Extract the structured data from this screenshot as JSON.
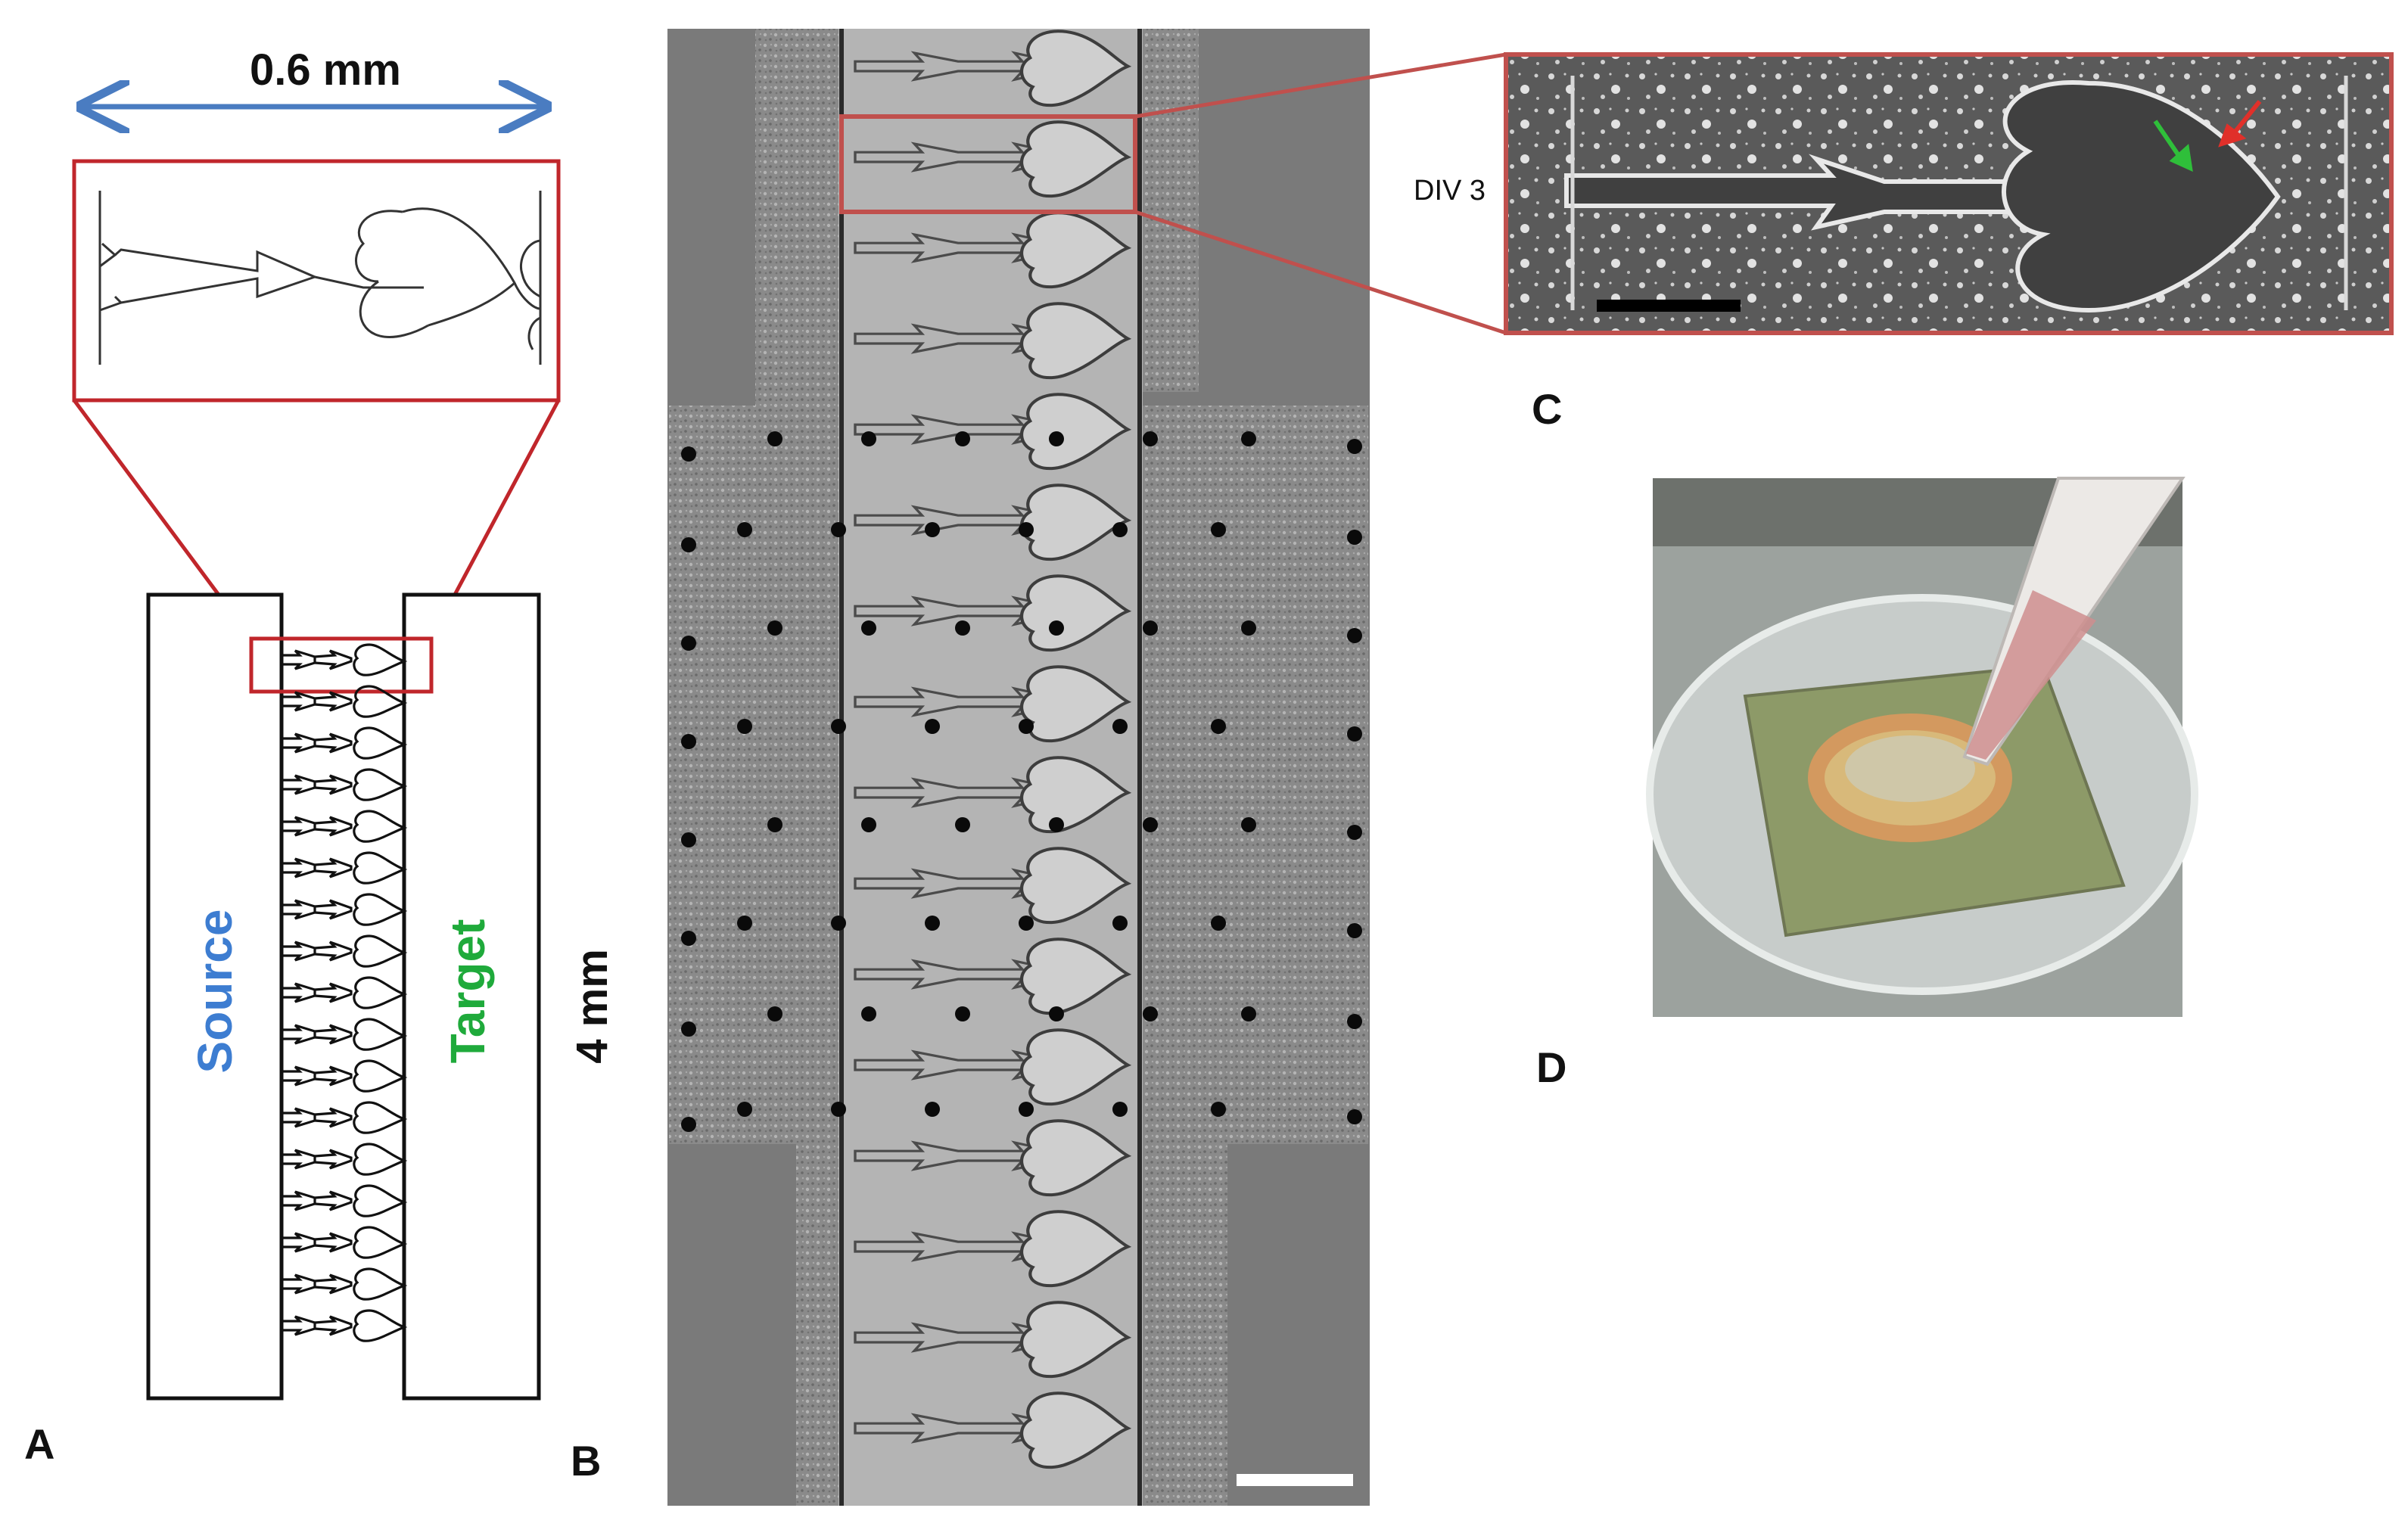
{
  "panels": {
    "a": {
      "label": "A",
      "width_label": "0.6 mm",
      "source_label": "Source",
      "target_label": "Target",
      "length_label": "4 mm"
    },
    "b": {
      "label": "B"
    },
    "c": {
      "label": "C",
      "timepoint_label": "DIV 3"
    },
    "d": {
      "label": "D"
    }
  },
  "colors": {
    "width_arrow": "#4a7cc1",
    "source_text": "#3d7dd1",
    "target_text": "#1faa3b",
    "zoom_box": "#c0262b",
    "zoom_box_c": "#c0504d",
    "micrograph_bg": "#7a7a7a",
    "dot": "#0a0a0a",
    "green_arrow": "#2fbf3a",
    "red_arrow": "#e0302a"
  }
}
